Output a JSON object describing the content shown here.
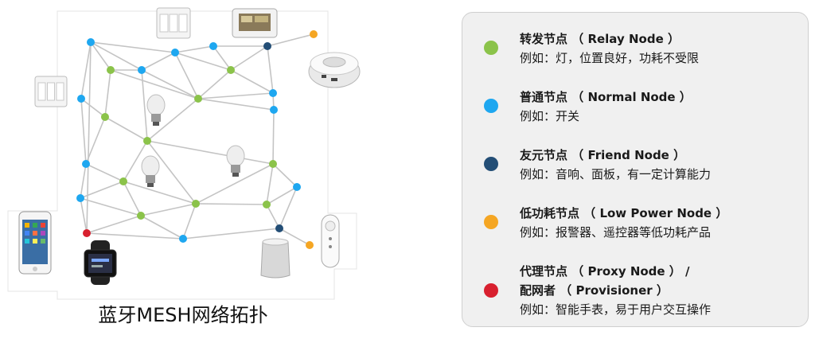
{
  "caption": "蓝牙MESH网络拓扑",
  "colors": {
    "relay": "#8bc34a",
    "normal": "#1ea7f0",
    "friend": "#234e76",
    "low_power": "#f5a623",
    "proxy": "#d8202f",
    "edge": "#c4c4c4"
  },
  "device_icons": [
    "switch-icon",
    "touch-panel-icon",
    "smoke-detector-icon",
    "light-bulb-icon",
    "smartphone-icon",
    "smartwatch-icon",
    "smart-speaker-icon",
    "remote-control-icon"
  ],
  "legend": [
    {
      "type": "relay",
      "title": "转发节点 （ Relay Node ）",
      "title2": "",
      "desc": "例如：灯，位置良好，功耗不受限"
    },
    {
      "type": "normal",
      "title": "普通节点 （ Normal Node ）",
      "title2": "",
      "desc": "例如：开关"
    },
    {
      "type": "friend",
      "title": "友元节点 （ Friend Node ）",
      "title2": "",
      "desc": "例如：音响、面板，有一定计算能力"
    },
    {
      "type": "low_power",
      "title": "低功耗节点 （ Low Power Node ）",
      "title2": "",
      "desc": "例如：报警器、遥控器等低功耗产品"
    },
    {
      "type": "proxy",
      "title": "代理节点 （ Proxy Node ） /",
      "title2": "配网者 （ Provisioner ）",
      "desc": "例如：智能手表，易于用户交互操作"
    }
  ]
}
